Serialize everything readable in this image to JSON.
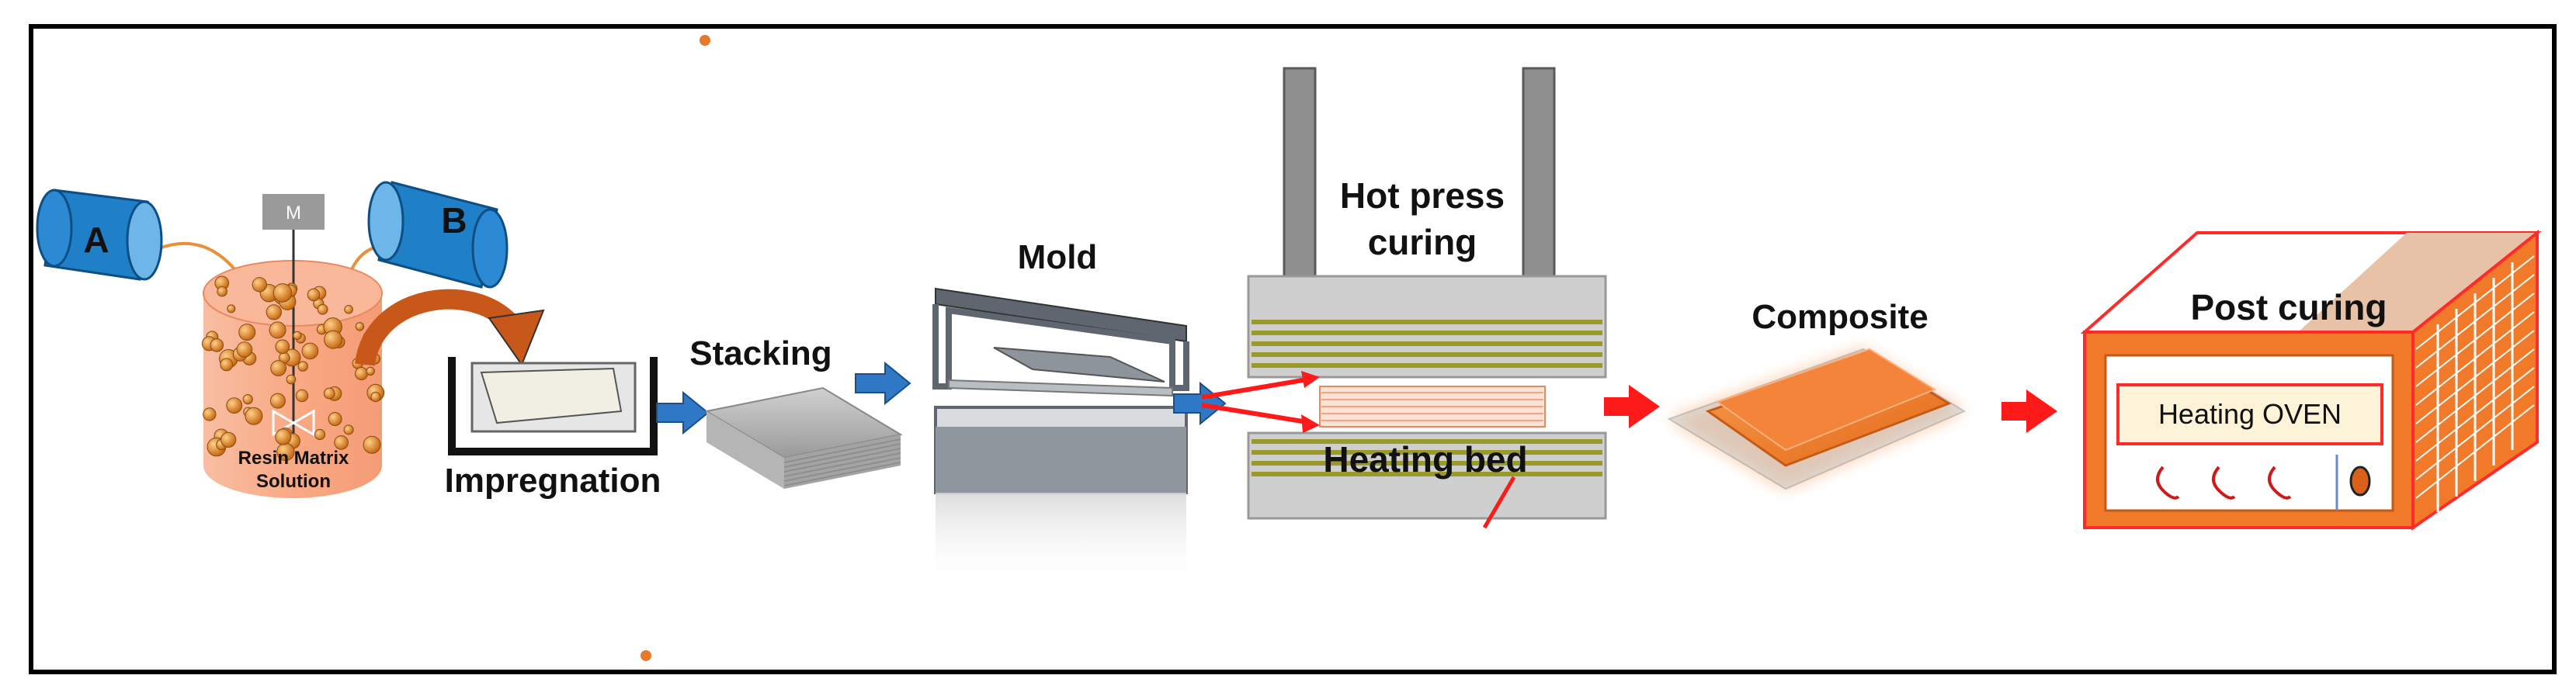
{
  "diagram": {
    "containers": {
      "a": "A",
      "b": "B",
      "motor": "M"
    },
    "labels": {
      "resin_line1": "Resin Matrix",
      "resin_line2": "Solution",
      "impregnation": "Impregnation",
      "stacking": "Stacking",
      "mold": "Mold",
      "hot_press_line1": "Hot press",
      "hot_press_line2": "curing",
      "heating_bed": "Heating bed",
      "composite": "Composite",
      "post_curing": "Post curing",
      "heating_oven": "Heating OVEN"
    },
    "colors": {
      "frame": "#000000",
      "container_blue": "#1f7fc7",
      "resin_orange": "#f7a47c",
      "bead_orange": "#d87a1e",
      "flow_arrow_blue": "#2e78c6",
      "flow_arrow_red": "#ff1a1a",
      "curved_arrow": "#c8581a",
      "press_rod_gray": "#8f8f8f",
      "plate_gray": "#cfcfcf",
      "heating_stripe": "#9a9a2a",
      "composite_orange": "#f07a2a",
      "oven_orange": "#f07a2a",
      "oven_outline_red": "#ff2a2a",
      "oven_panel": "#fdf3d8"
    }
  }
}
